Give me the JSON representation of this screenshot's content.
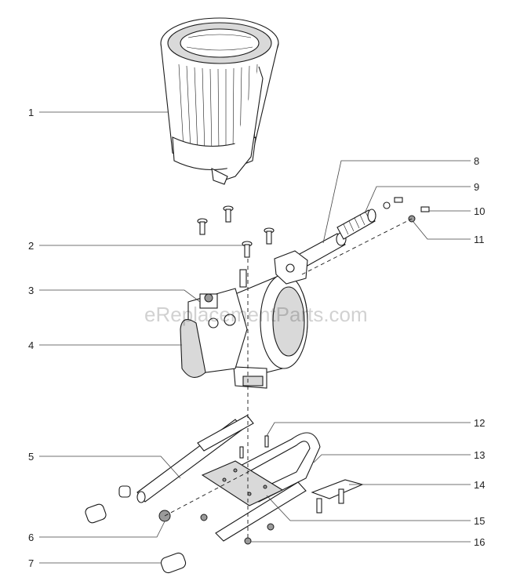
{
  "watermark": "eReplacementParts.com",
  "callouts": [
    {
      "id": "1",
      "label": "1"
    },
    {
      "id": "2",
      "label": "2"
    },
    {
      "id": "3",
      "label": "3"
    },
    {
      "id": "4",
      "label": "4"
    },
    {
      "id": "5",
      "label": "5"
    },
    {
      "id": "6",
      "label": "6"
    },
    {
      "id": "7",
      "label": "7"
    },
    {
      "id": "8",
      "label": "8"
    },
    {
      "id": "9",
      "label": "9"
    },
    {
      "id": "10",
      "label": "10"
    },
    {
      "id": "11",
      "label": "11"
    },
    {
      "id": "12",
      "label": "12"
    },
    {
      "id": "13",
      "label": "13"
    },
    {
      "id": "14",
      "label": "14"
    },
    {
      "id": "15",
      "label": "15"
    },
    {
      "id": "16",
      "label": "16"
    }
  ]
}
